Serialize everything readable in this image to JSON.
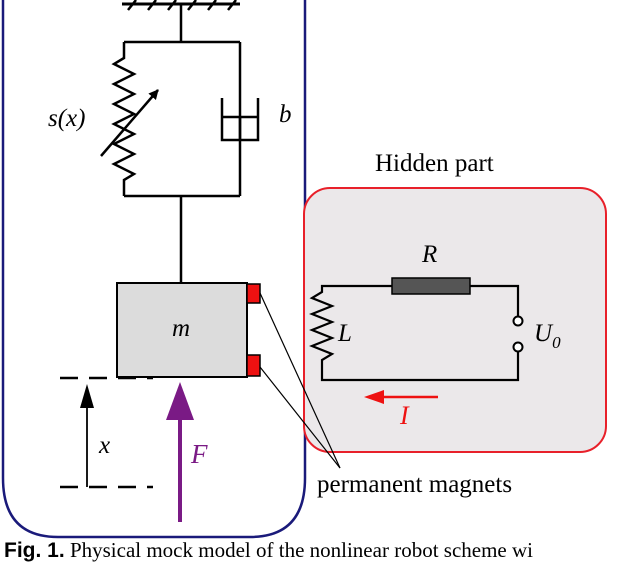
{
  "labels": {
    "stiffness": "s(x)",
    "damping": "b",
    "mass": "m",
    "displacement": "x",
    "force": "F",
    "hidden_part": "Hidden part",
    "resistor": "R",
    "inductor": "L",
    "voltage": "U",
    "voltage_subscript": "0",
    "current": "I",
    "magnets": "permanent magnets"
  },
  "caption": {
    "prefix": "Fig. 1.",
    "text": " Physical mock model of the nonlinear robot scheme wi"
  },
  "colors": {
    "outline_blue": "#1a1a7a",
    "hidden_red": "#e8202a",
    "hidden_fill": "#ebe8ea",
    "mass_fill": "#dcdcdc",
    "magnet_red": "#ee1111",
    "force_purple": "#7a1a85",
    "current_red": "#ee1111",
    "resistor_fill": "#555555"
  }
}
